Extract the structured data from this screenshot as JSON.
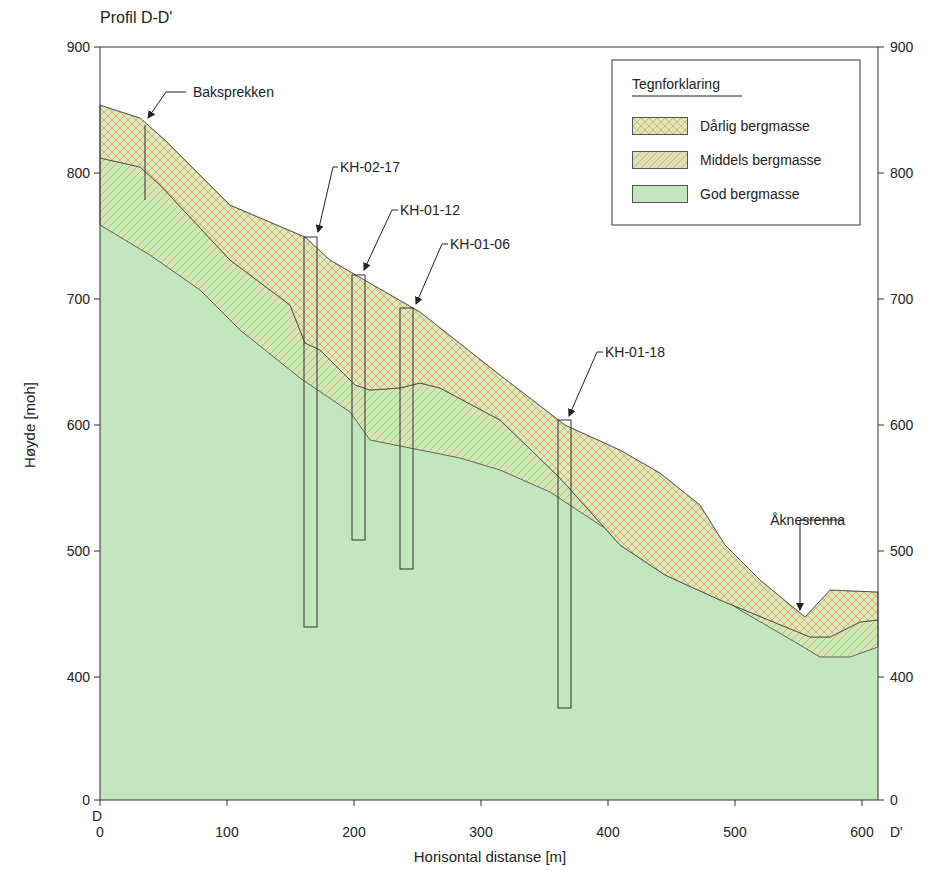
{
  "diagram": {
    "title": "Profil D-D'",
    "labels": [
      "Baksprekken",
      "KH-02-17",
      "KH-01-12",
      "KH-01-06",
      "KH-01-18",
      "Åknesrenna",
      "Tegnforklaring",
      "Høyde [moh]",
      "Horisontal distanse [m]",
      "900",
      "800",
      "700",
      "600",
      "500",
      "400",
      "0",
      "900",
      "800",
      "700",
      "600",
      "500",
      "400",
      "0",
      "0",
      "100",
      "200",
      "300",
      "400",
      "500",
      "600",
      "D",
      "D'"
    ],
    "legend": [
      {
        "text": "Dårlig bergmasse",
        "color": "#d6ecc0"
      },
      {
        "text": "Middels bergmasse",
        "color": "#cde9b8"
      },
      {
        "text": "God bergmasse",
        "color": "#c4e6bf"
      }
    ]
  }
}
